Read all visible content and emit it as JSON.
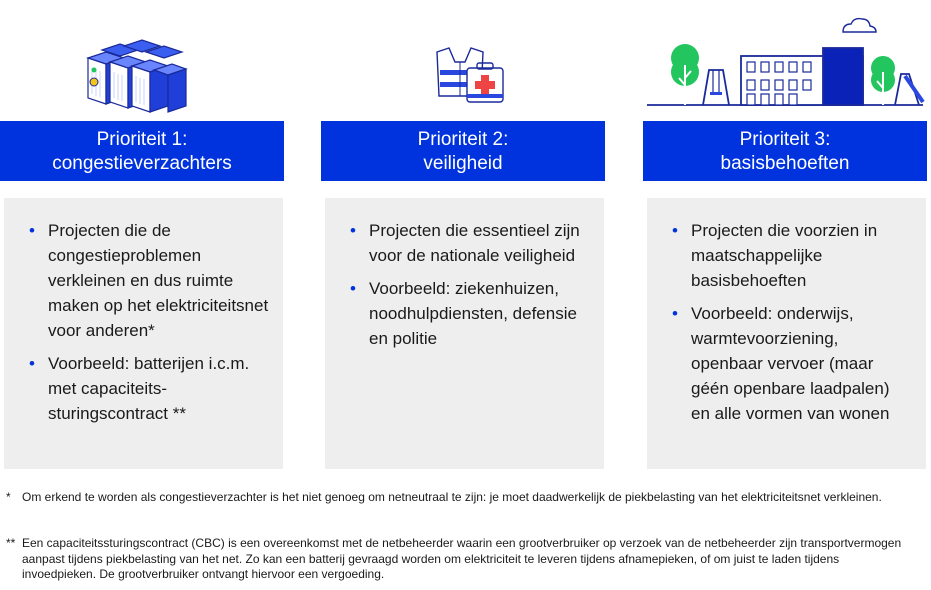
{
  "columns": [
    {
      "icon": "battery-icon",
      "title_line1": "Prioriteit 1:",
      "title_line2": "congestieverzachters",
      "bullets": [
        "Projecten die de congestieproblemen verkleinen en dus ruimte maken op het elektriciteitsnet voor anderen*",
        "Voorbeeld: batterijen i.c.m. met capaciteits-sturingscontract **"
      ]
    },
    {
      "icon": "safety-icon",
      "title_line1": "Prioriteit 2:",
      "title_line2": "veiligheid",
      "bullets": [
        "Projecten die essentieel zijn voor de nationale veiligheid",
        "Voorbeeld: ziekenhuizen, noodhulpdiensten, defensie en politie"
      ]
    },
    {
      "icon": "school-icon",
      "title_line1": "Prioriteit 3:",
      "title_line2": "basisbehoeften",
      "bullets": [
        "Projecten die voorzien in maatschappelijke basisbehoeften",
        "Voorbeeld: onderwijs, warmtevoorziening, openbaar vervoer (maar géén openbare laadpalen) en alle vormen van wonen"
      ]
    }
  ],
  "footnotes": [
    {
      "mark": "*",
      "text": "Om erkend te worden als congestieverzachter is het niet genoeg om netneutraal te zijn: je moet daadwerkelijk de piekbelasting van het elektriciteitsnet verkleinen."
    },
    {
      "mark": "**",
      "text": "Een capaciteitssturingscontract (CBC) is een overeenkomst met de netbeheerder waarin een grootverbruiker op verzoek van de netbeheerder zijn transportvermogen aanpast tijdens piekbelasting van het net. Zo kan een batterij gevraagd worden om elektriciteit te leveren tijdens afnamepieken, of om juist te laden tijdens invoedpieken. De grootverbruiker ontvangt hiervoor een vergoeding."
    }
  ],
  "colors": {
    "accent": "#0033dd",
    "box": "#eeeeee",
    "green": "#22c55e",
    "red": "#ef4444"
  }
}
